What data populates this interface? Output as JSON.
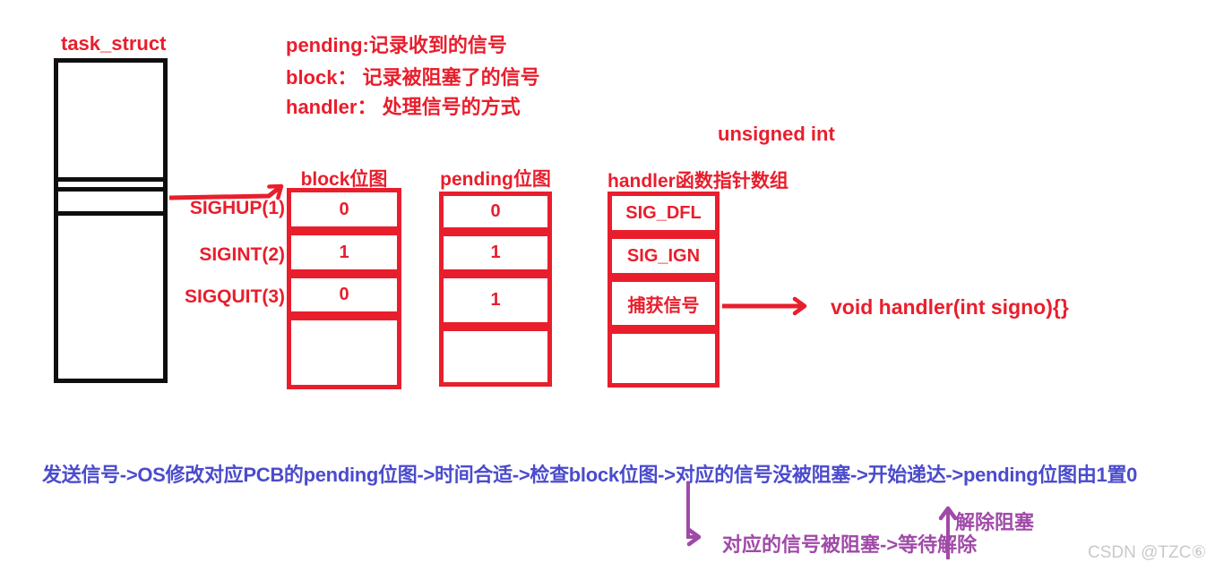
{
  "colors": {
    "red": "#e91e2c",
    "blue": "#4b4bcd",
    "purple": "#a04aa8",
    "black": "#0f0f0f",
    "watermark": "#c9c9c9"
  },
  "task_struct_label": "task_struct",
  "notes": [
    "pending:记录收到的信号",
    "block： 记录被阻塞了的信号",
    "handler： 处理信号的方式"
  ],
  "type_label": "unsigned int",
  "signals": [
    "SIGHUP(1)",
    "SIGINT(2)",
    "SIGQUIT(3)"
  ],
  "columns": [
    {
      "header": "block位图",
      "cells": [
        "0",
        "1",
        "0",
        ""
      ]
    },
    {
      "header": "pending位图",
      "cells": [
        "0",
        "1",
        "1",
        ""
      ]
    },
    {
      "header": "handler函数指针数组",
      "cells": [
        "SIG_DFL",
        "SIG_IGN",
        "捕获信号",
        ""
      ]
    }
  ],
  "handler_prototype": "void handler(int signo){}",
  "flow": {
    "main": "发送信号->OS修改对应PCB的pending位图->时间合适->检查block位图->对应的信号没被阻塞->开始递达->pending位图由1置0",
    "blocked_branch": "对应的信号被阻塞->等待解除",
    "unblock_label": "解除阻塞"
  },
  "watermark": "CSDN @TZC⑥"
}
